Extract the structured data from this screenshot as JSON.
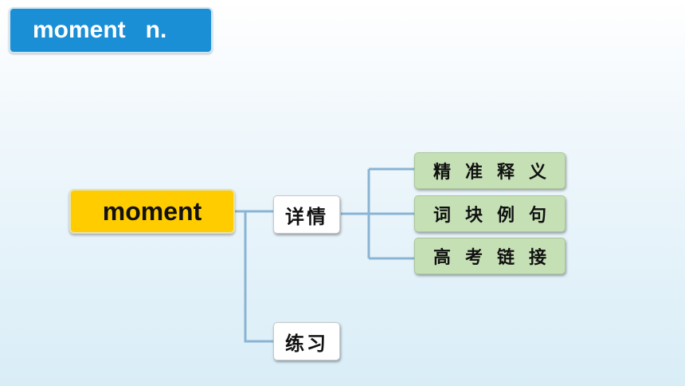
{
  "header": {
    "title": "moment   n."
  },
  "mindmap": {
    "root": "moment",
    "branches": [
      {
        "label": "详情",
        "children": [
          "精准释义",
          "词块例句",
          "高考链接"
        ]
      },
      {
        "label": "练习"
      }
    ]
  },
  "colors": {
    "title_bg": "#1b8fd6",
    "root_bg": "#ffcc00",
    "leaf_bg": "#c6e0b6",
    "connector": "#8ab4d4"
  }
}
